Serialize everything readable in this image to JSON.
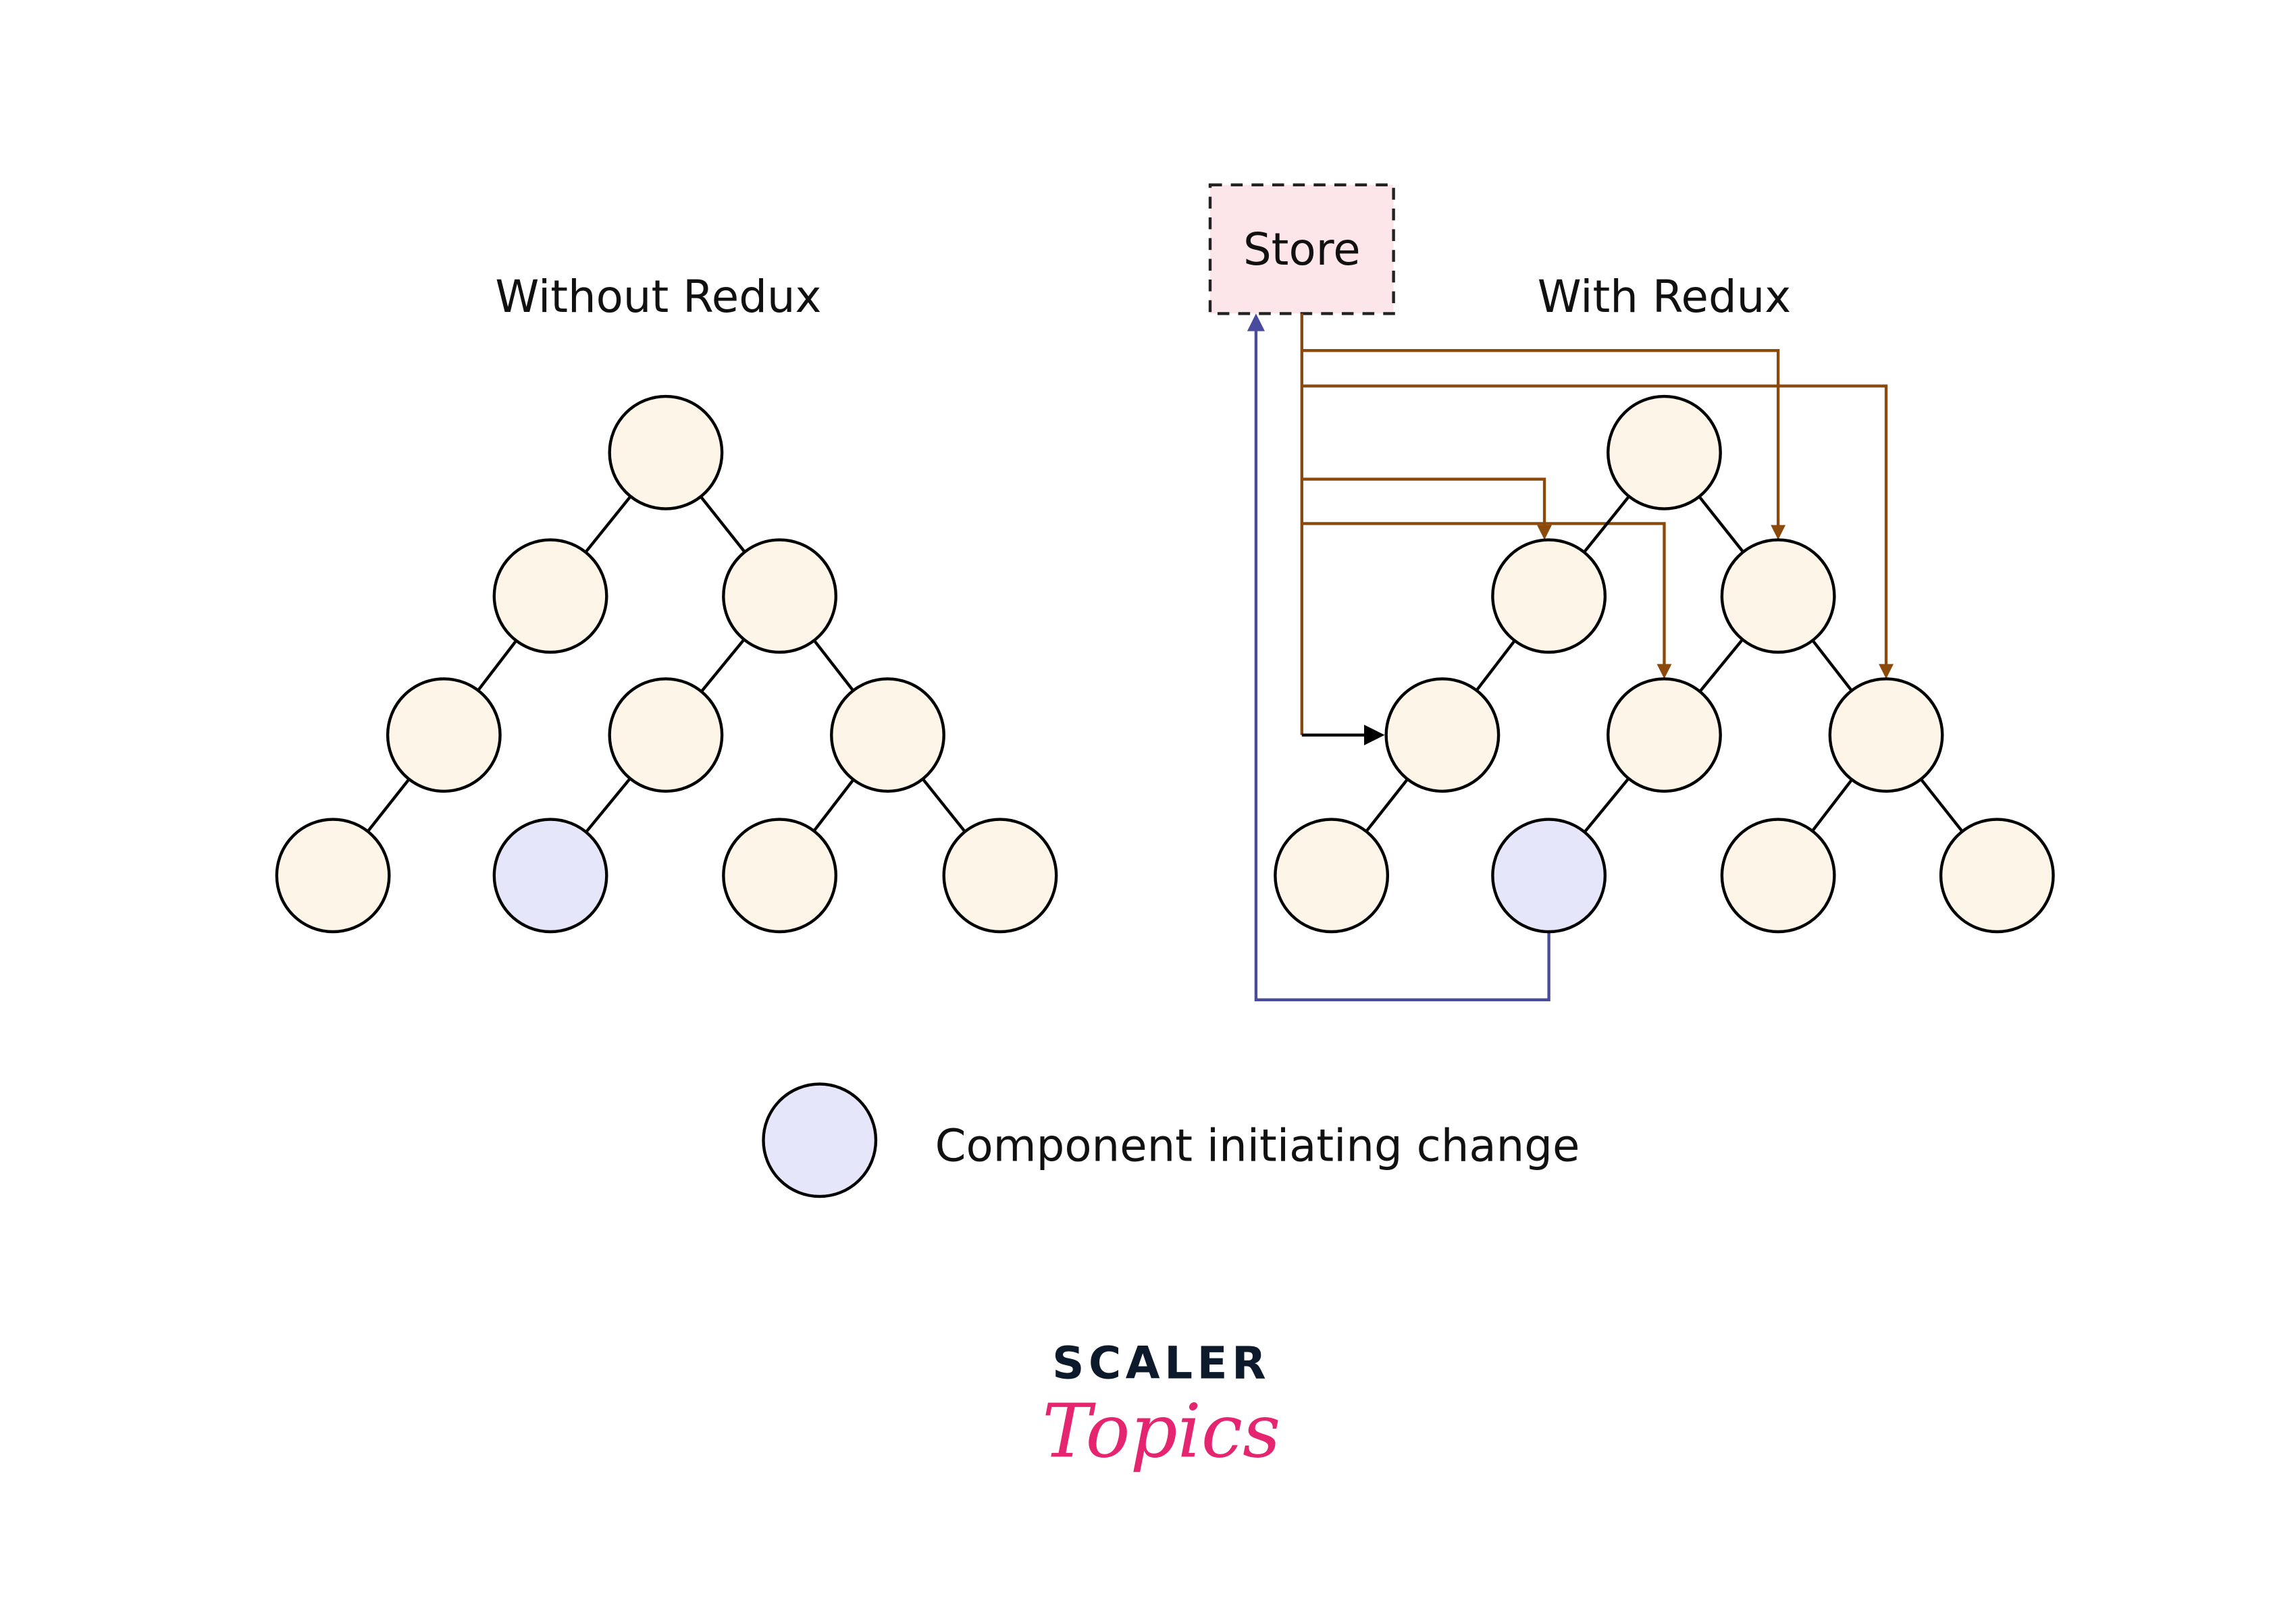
{
  "titles": {
    "without": "Without Redux",
    "with": "With Redux"
  },
  "store": {
    "label": "Store",
    "fill": "#fde6ea"
  },
  "legend": {
    "label": "Component initiating change"
  },
  "logo": {
    "top": "SCALER",
    "bottom": "Topics"
  },
  "colors": {
    "node_fill": "#fdf5e7",
    "initiator_fill": "#e6e6fa",
    "store_arrow": "#8b4a0b",
    "return_arrow": "#4a4a9e",
    "logo_dark": "#0d1a2b",
    "logo_pink": "#e5256f"
  }
}
